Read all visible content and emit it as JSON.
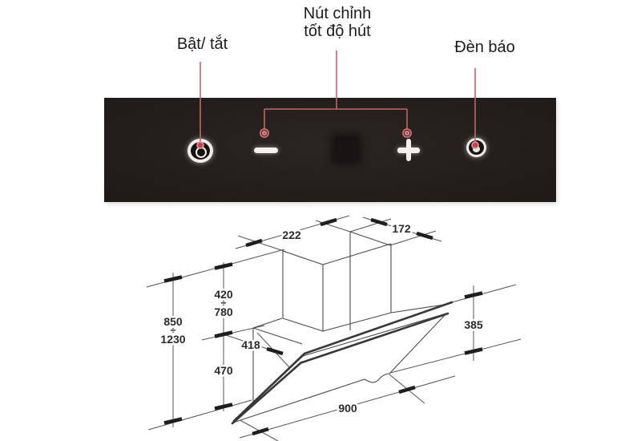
{
  "control_panel": {
    "labels": {
      "power": "Bật/ tắt",
      "speed_line1": "Nút chỉnh",
      "speed_line2": "tốt độ hút",
      "indicator": "Đèn báo"
    },
    "icons": {
      "power": "power-icon",
      "minus": "minus-icon",
      "display": "display-window",
      "plus": "plus-icon",
      "lamp": "indicator-lamp-icon"
    },
    "colors": {
      "panel": "#26211f",
      "leader_line": "#c06666",
      "marker_dot": "#c2454e",
      "glyph": "#f2efec"
    }
  },
  "dimension_drawing": {
    "values": {
      "chimney_depth": "222",
      "upper_duct_width": "172",
      "chimney_height_min": "420",
      "chimney_height_max": "780",
      "total_height_min": "850",
      "total_height_max": "1230",
      "body_depth": "418",
      "body_height": "470",
      "side_height": "385",
      "hood_width": "900",
      "range_divider": "÷"
    },
    "line_color": "#4a4a4a",
    "text_color": "#2b2b2b"
  }
}
